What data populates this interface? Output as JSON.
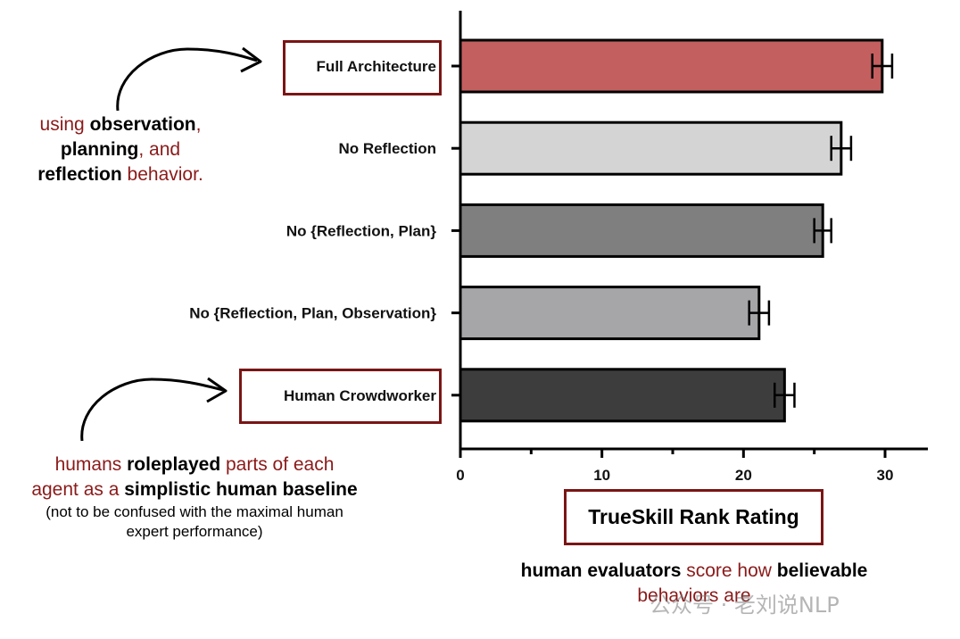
{
  "chart_data": {
    "type": "bar",
    "orientation": "horizontal",
    "categories": [
      "Full Architecture",
      "No Reflection",
      "No {Reflection, Plan}",
      "No {Reflection, Plan, Observation}",
      "Human Crowdworker"
    ],
    "values": [
      29.8,
      26.9,
      25.6,
      21.1,
      22.9
    ],
    "error": [
      0.7,
      0.7,
      0.6,
      0.7,
      0.7
    ],
    "bar_colors": [
      "#c45f5f",
      "#d4d4d4",
      "#7f7f7f",
      "#a6a6a8",
      "#3d3d3d"
    ],
    "xlabel": "TrueSkill Rank Rating",
    "xlim": [
      0,
      33
    ],
    "xticks": [
      0,
      10,
      20,
      30
    ],
    "highlighted_categories": [
      "Full Architecture",
      "Human Crowdworker"
    ]
  },
  "annotations": {
    "top": {
      "p1": "using ",
      "b1": "observation",
      "p2": ",",
      "b2": "planning",
      "p3": ", and",
      "b3": "reflection",
      "p4": " behavior."
    },
    "bottom": {
      "p1": "humans ",
      "b1": "roleplayed",
      "p2": " parts of each",
      "p3": "agent as a ",
      "b2": "simplistic human baseline",
      "note1": "(not to be confused with the maximal human",
      "note2": "expert performance)"
    },
    "evaluator": {
      "b1": "human evaluators",
      "p1": " score how ",
      "b2": "believable",
      "p2": "behaviors are"
    }
  },
  "watermark": "公众号 · 老刘说NLP",
  "colors": {
    "accent_red": "#8B1A1A",
    "box_border": "#7a1515"
  }
}
